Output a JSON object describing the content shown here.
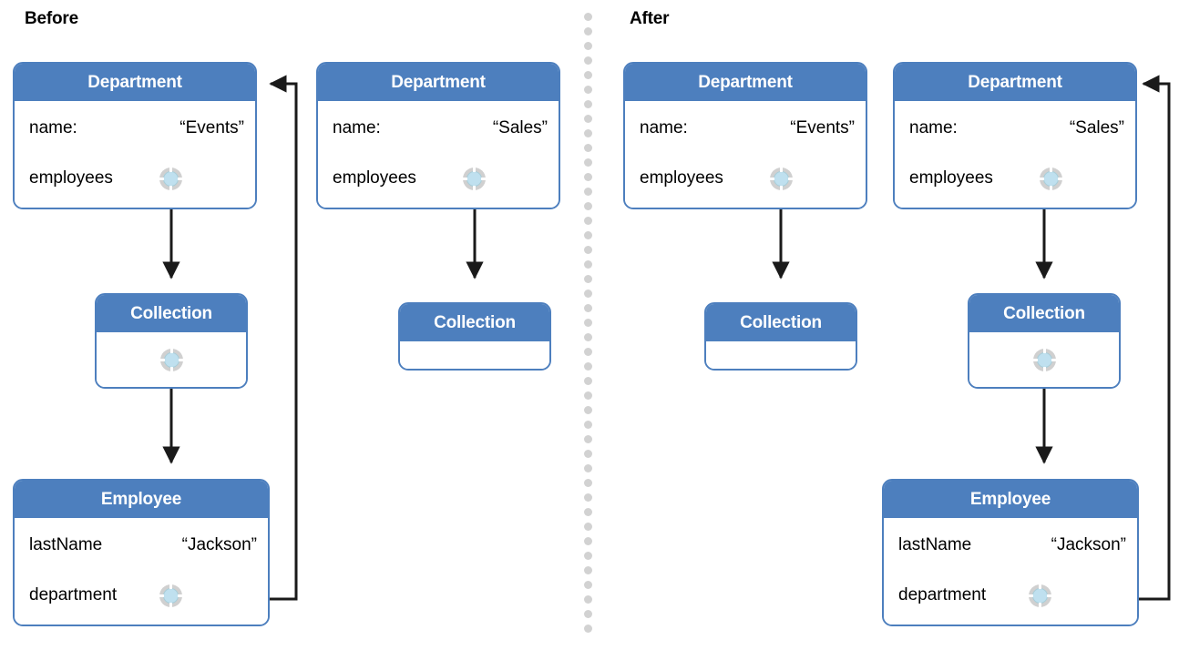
{
  "titles": {
    "before": "Before",
    "after": "After"
  },
  "colors": {
    "header_blue": "#4d7fbe",
    "box_border": "#4d7fbe",
    "box_fill": "#ffffff",
    "dot_ring": "#d0d0d0",
    "dot_core": "#bfe0ef",
    "edge_line": "#1a1a1a",
    "divider_dot": "#d2d2d2",
    "text": "#000000",
    "header_text": "#ffffff"
  },
  "boxes": {
    "before_dept_events": {
      "title": "Department",
      "rows": [
        {
          "key": "name:",
          "value": "“Events”"
        },
        {
          "key": "employees",
          "value": ""
        }
      ]
    },
    "before_dept_sales": {
      "title": "Department",
      "rows": [
        {
          "key": "name:",
          "value": "“Sales”"
        },
        {
          "key": "employees",
          "value": ""
        }
      ]
    },
    "before_collection_events": {
      "title": "Collection",
      "rows": []
    },
    "before_collection_sales": {
      "title": "Collection",
      "rows": []
    },
    "before_employee": {
      "title": "Employee",
      "rows": [
        {
          "key": "lastName",
          "value": "“Jackson”"
        },
        {
          "key": "department",
          "value": ""
        }
      ]
    },
    "after_dept_events": {
      "title": "Department",
      "rows": [
        {
          "key": "name:",
          "value": "“Events”"
        },
        {
          "key": "employees",
          "value": ""
        }
      ]
    },
    "after_dept_sales": {
      "title": "Department",
      "rows": [
        {
          "key": "name:",
          "value": "“Sales”"
        },
        {
          "key": "employees",
          "value": ""
        }
      ]
    },
    "after_collection_events": {
      "title": "Collection",
      "rows": []
    },
    "after_collection_sales": {
      "title": "Collection",
      "rows": []
    },
    "after_employee": {
      "title": "Employee",
      "rows": [
        {
          "key": "lastName",
          "value": "“Jackson”"
        },
        {
          "key": "department",
          "value": ""
        }
      ]
    }
  },
  "icons": {
    "connector": "relationship-connector-icon",
    "arrow": "arrow-head-icon"
  }
}
